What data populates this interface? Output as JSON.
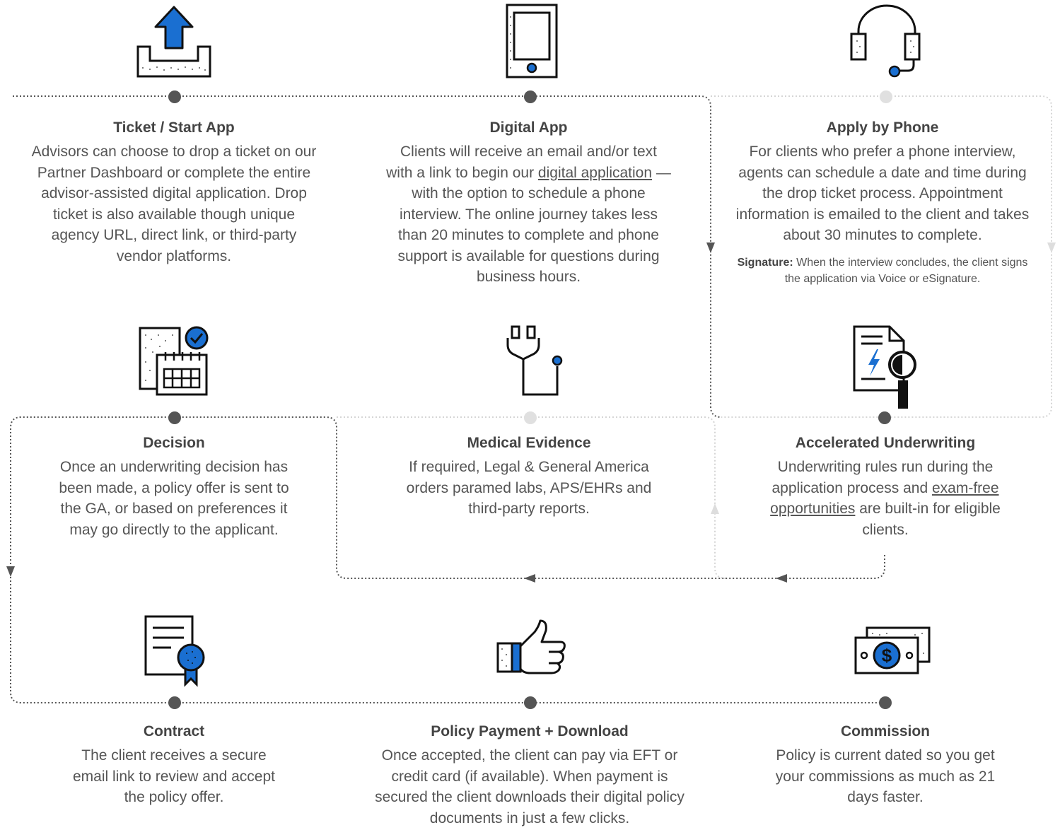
{
  "colors": {
    "accent": "#1a6fd1",
    "ink": "#111111",
    "text": "#555555",
    "heading": "#444444",
    "dot_active": "#555555",
    "dot_inactive": "#dddddd"
  },
  "steps": [
    {
      "title": "Ticket / Start App",
      "icon": "upload-tray-icon",
      "text": "Advisors can choose to drop a ticket on our Partner Dashboard or complete the entire advisor-assisted digital application. Drop ticket is also available though unique agency URL, direct link, or third-party vendor platforms."
    },
    {
      "title": "Digital App",
      "icon": "tablet-icon",
      "text_pre": "Clients will receive an email and/or text with a link to begin our ",
      "link": "digital application",
      "text_post": " — with the option to schedule a phone interview. The online journey takes less than 20 minutes to complete and phone support is available for questions during business hours."
    },
    {
      "title": "Apply by Phone",
      "icon": "headset-icon",
      "text": "For clients who prefer a phone interview, agents can schedule a date and time during the drop ticket process. Appointment information is emailed to the client and takes about 30 minutes to complete.",
      "note_label": "Signature:",
      "note_text": " When the interview concludes, the client signs the application via Voice or eSignature."
    },
    {
      "title": "Decision",
      "icon": "calendar-check-icon",
      "text": "Once an underwriting decision has been made, a policy offer is sent to the GA, or based on preferences it may go directly to the applicant."
    },
    {
      "title": "Medical Evidence",
      "icon": "stethoscope-icon",
      "text": "If required, Legal & General America orders paramed labs, APS/EHRs and third-party reports."
    },
    {
      "title": "Accelerated Underwriting",
      "icon": "document-magnifier-icon",
      "text_pre": "Underwriting rules run during the application process and ",
      "link": "exam-free opportunities",
      "text_post": " are built-in for eligible clients."
    },
    {
      "title": "Contract",
      "icon": "certificate-icon",
      "text": "The client receives a secure email link to review and accept the policy offer."
    },
    {
      "title": "Policy Payment + Download",
      "icon": "thumbs-up-icon",
      "text": "Once accepted, the client can pay via EFT or credit card (if available). When payment is secured the client downloads their digital policy documents in just a few clicks."
    },
    {
      "title": "Commission",
      "icon": "money-bill-icon",
      "text": "Policy is current dated so you get your commissions as much as 21 days faster."
    }
  ]
}
